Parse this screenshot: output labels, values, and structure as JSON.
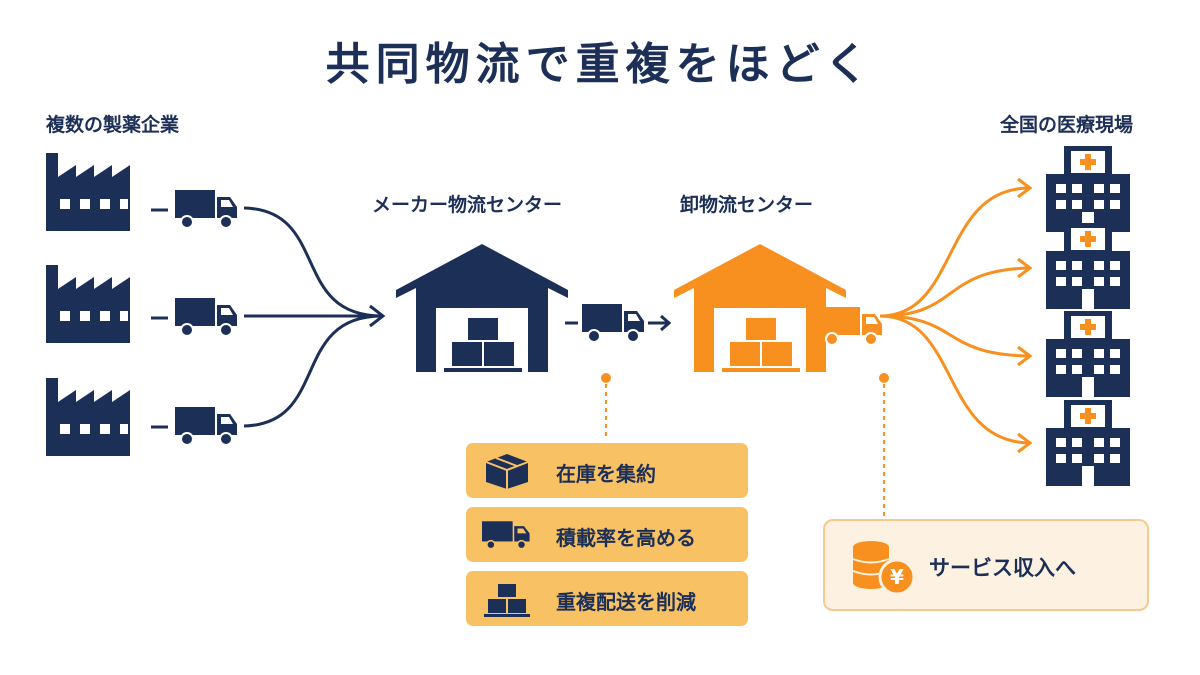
{
  "title": "共同物流で重複をほどく",
  "labels": {
    "manufacturers": "複数の製薬企業",
    "maker_center": "メーカー物流センター",
    "wholesale_center": "卸物流センター",
    "medical_sites": "全国の医療現場"
  },
  "benefits": [
    {
      "label": "在庫を集約",
      "icon": "box-icon"
    },
    {
      "label": "積載率を高める",
      "icon": "truck-icon"
    },
    {
      "label": "重複配送を削減",
      "icon": "stacked-boxes-icon"
    }
  ],
  "revenue": {
    "label": "サービス収入へ",
    "icon": "coins-yen-icon",
    "symbol": "¥"
  },
  "colors": {
    "navy": "#1c2f57",
    "orange": "#f7901e",
    "box_bg": "#f8c163",
    "revenue_bg": "#fdf1e1",
    "revenue_border": "#f6c98e"
  }
}
